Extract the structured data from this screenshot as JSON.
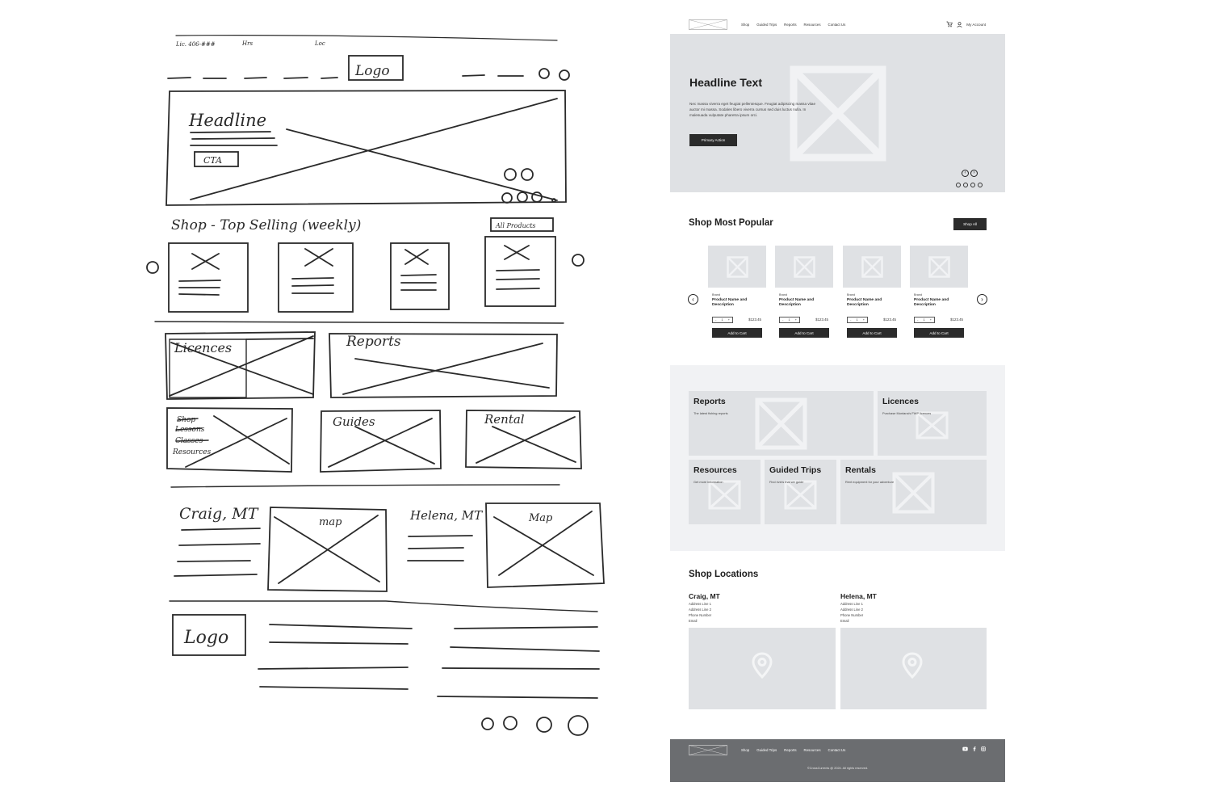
{
  "sketch": {
    "top_notes": [
      "Lic. 406-###",
      "Hrs",
      "Loc"
    ],
    "logo": "Logo",
    "headline": "Headline",
    "cta": "CTA",
    "shop_title": "Shop - Top Selling (weekly)",
    "all_products": "All Products",
    "licences": "Licences",
    "reports": "Reports",
    "shop_struck": [
      "Shop",
      "Lessons",
      "Classes"
    ],
    "resources": "Resources",
    "guides": "Guides",
    "rental": "Rental",
    "craig": "Craig, MT",
    "helena": "Helena, MT",
    "map1": "map",
    "map2": "Map",
    "footer_logo": "Logo"
  },
  "wire": {
    "nav": {
      "links": [
        "Shop",
        "Guided Trips",
        "Reports",
        "Resources",
        "Contact Us"
      ],
      "account": "My Account",
      "cart_icon": "cart-icon",
      "user_icon": "user-icon"
    },
    "hero": {
      "title": "Headline Text",
      "body": "Nec massa viverra eget feugiat pellentesque. Feugiat adipiscing massa vitae auctor mi massa. Sodales libero viverra cursus sed duis luctus nulla. In malesuada vulputate pharetra ipsum orci.",
      "button": "Primary Action",
      "prev": "‹",
      "next": "›"
    },
    "popular": {
      "title": "Shop Most Popular",
      "button": "Shop All",
      "cards": [
        {
          "brand": "Brand",
          "name": "Product Name and Description",
          "qty": "1",
          "price": "$123.45",
          "button": "Add to Cart"
        },
        {
          "brand": "Brand",
          "name": "Product Name and Description",
          "qty": "1",
          "price": "$123.45",
          "button": "Add to Cart"
        },
        {
          "brand": "Brand",
          "name": "Product Name and Description",
          "qty": "1",
          "price": "$123.45",
          "button": "Add to Cart"
        },
        {
          "brand": "Brand",
          "name": "Product Name and Description",
          "qty": "1",
          "price": "$123.45",
          "button": "Add to Cart"
        }
      ],
      "minus": "-",
      "plus": "+",
      "prev": "‹",
      "next": "›"
    },
    "categories": [
      {
        "name": "Reports",
        "desc": "The latest fishing reports"
      },
      {
        "name": "Licences",
        "desc": "Purchase Montana's FWP licences"
      },
      {
        "name": "Resources",
        "desc": "Get more information"
      },
      {
        "name": "Guided Trips",
        "desc": "Find rivers that we guide"
      },
      {
        "name": "Rentals",
        "desc": "Rent equipment for your adventure"
      }
    ],
    "locations": {
      "title": "Shop Locations",
      "items": [
        {
          "city": "Craig, MT",
          "line1": "Address Line 1",
          "line2": "Address Line 2",
          "phone": "Phone Number",
          "email": "Email"
        },
        {
          "city": "Helena, MT",
          "line1": "Address Line 1",
          "line2": "Address Line 2",
          "phone": "Phone Number",
          "email": "Email"
        }
      ]
    },
    "footer": {
      "links": [
        "Shop",
        "Guided Trips",
        "Reports",
        "Resources",
        "Contact Us"
      ],
      "copyright": "©CrossCurrents @ 2024. All rights reserved.",
      "social": [
        "youtube-icon",
        "facebook-icon",
        "instagram-icon"
      ]
    }
  }
}
